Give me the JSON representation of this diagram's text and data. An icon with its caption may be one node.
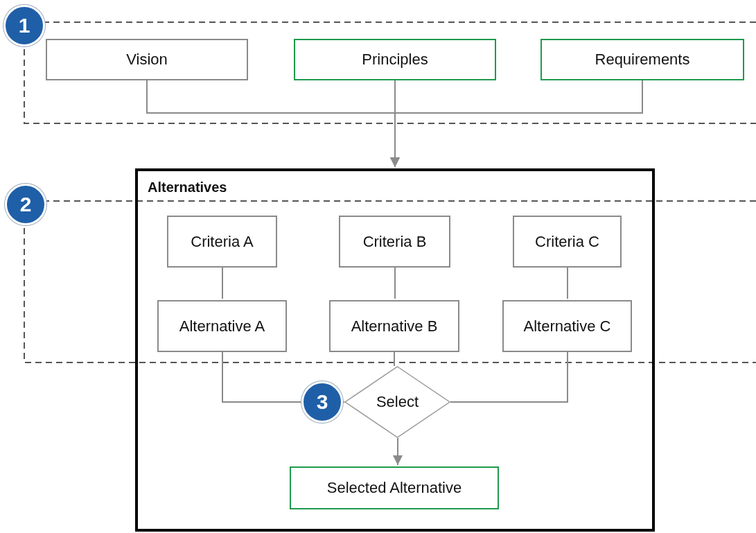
{
  "diagram": {
    "nodes": [
      {
        "text": [
          "Vision"
        ]
      },
      {
        "text": [
          "Principles"
        ]
      },
      {
        "text": [
          "Requirements"
        ]
      },
      {
        "text": [
          "Alternatives"
        ]
      },
      {
        "text": [
          "Criteria A"
        ],
        "in": 3
      },
      {
        "text": [
          "Criteria B"
        ],
        "in": 3
      },
      {
        "text": [
          "Criteria C"
        ],
        "in": 3
      },
      {
        "text": [
          "Alternative A"
        ],
        "in": 3
      },
      {
        "text": [
          "Alternative B"
        ],
        "in": 3
      },
      {
        "text": [
          "Alternative C"
        ],
        "in": 3
      },
      {
        "text": [
          "Select"
        ],
        "in": 3
      },
      {
        "text": [
          "Selected Alternative"
        ],
        "in": 3
      }
    ],
    "edges": [
      {
        "from": 0,
        "to": 3,
        "arrow": "to"
      },
      {
        "from": 1,
        "to": 3,
        "arrow": "to"
      },
      {
        "from": 2,
        "to": 3,
        "arrow": "to"
      },
      {
        "from": 4,
        "to": 7,
        "arrow": "none"
      },
      {
        "from": 5,
        "to": 8,
        "arrow": "none"
      },
      {
        "from": 6,
        "to": 9,
        "arrow": "none"
      },
      {
        "from": 7,
        "to": 10,
        "arrow": "none"
      },
      {
        "from": 8,
        "to": 10,
        "arrow": "none"
      },
      {
        "from": 9,
        "to": 10,
        "arrow": "none"
      },
      {
        "from": 10,
        "to": 11,
        "arrow": "to"
      }
    ],
    "labels": [
      "1",
      "2",
      "3"
    ]
  }
}
